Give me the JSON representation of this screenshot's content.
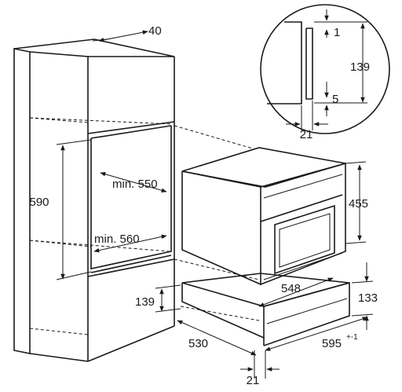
{
  "labels": {
    "cabinet_depth_offset": "40",
    "niche_height": "590",
    "niche_width_min": "min. 550",
    "niche_depth_min": "min. 560",
    "lower_gap": "139",
    "cabinet_depth": "530",
    "bottom_offset": "21",
    "oven_height": "455",
    "drawer_width": "548",
    "drawer_height": "133",
    "overall_width": "595",
    "overall_width_tolerance": "+-1",
    "detail_top_gap": "1",
    "detail_height": "139",
    "detail_bottom_gap": "5",
    "detail_offset": "21"
  },
  "colors": {
    "line": "#1a1a1a",
    "background": "#ffffff"
  }
}
